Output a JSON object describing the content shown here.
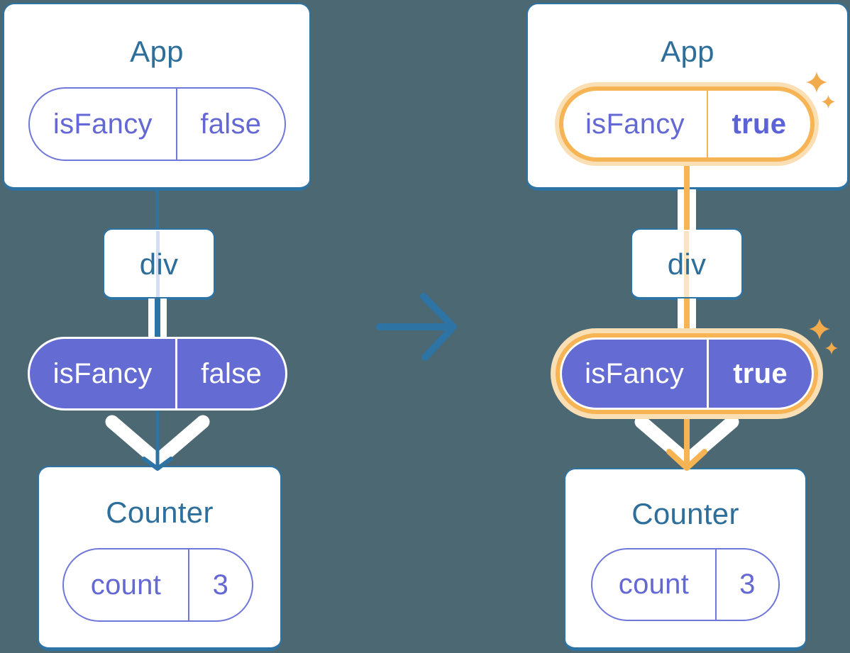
{
  "diagram": {
    "before": {
      "app": {
        "title": "App",
        "prop_name": "isFancy",
        "prop_value": "false"
      },
      "div": {
        "label": "div"
      },
      "prop": {
        "name": "isFancy",
        "value": "false"
      },
      "counter": {
        "title": "Counter",
        "state_name": "count",
        "state_value": "3"
      }
    },
    "after": {
      "app": {
        "title": "App",
        "prop_name": "isFancy",
        "prop_value": "true"
      },
      "div": {
        "label": "div"
      },
      "prop": {
        "name": "isFancy",
        "value": "true"
      },
      "counter": {
        "title": "Counter",
        "state_name": "count",
        "state_value": "3"
      }
    }
  },
  "colors": {
    "background": "#4C6873",
    "card_border_blue": "#2D73A4",
    "title_text_blue": "#2D6E9A",
    "purple_fill": "#646BD3",
    "purple_text": "#6468D4",
    "purple_bold_text": "#5C63D6",
    "pill_outline_purple": "#7077DB",
    "lavender_pass_line": "#D5DDF3",
    "highlight_orange": "#F6B455",
    "highlight_glow": "#FBDFB4",
    "pale_orange_pass_line": "#FBE3C3",
    "sparkle_orange": "#F1AA4C",
    "white": "#FFFFFF"
  }
}
